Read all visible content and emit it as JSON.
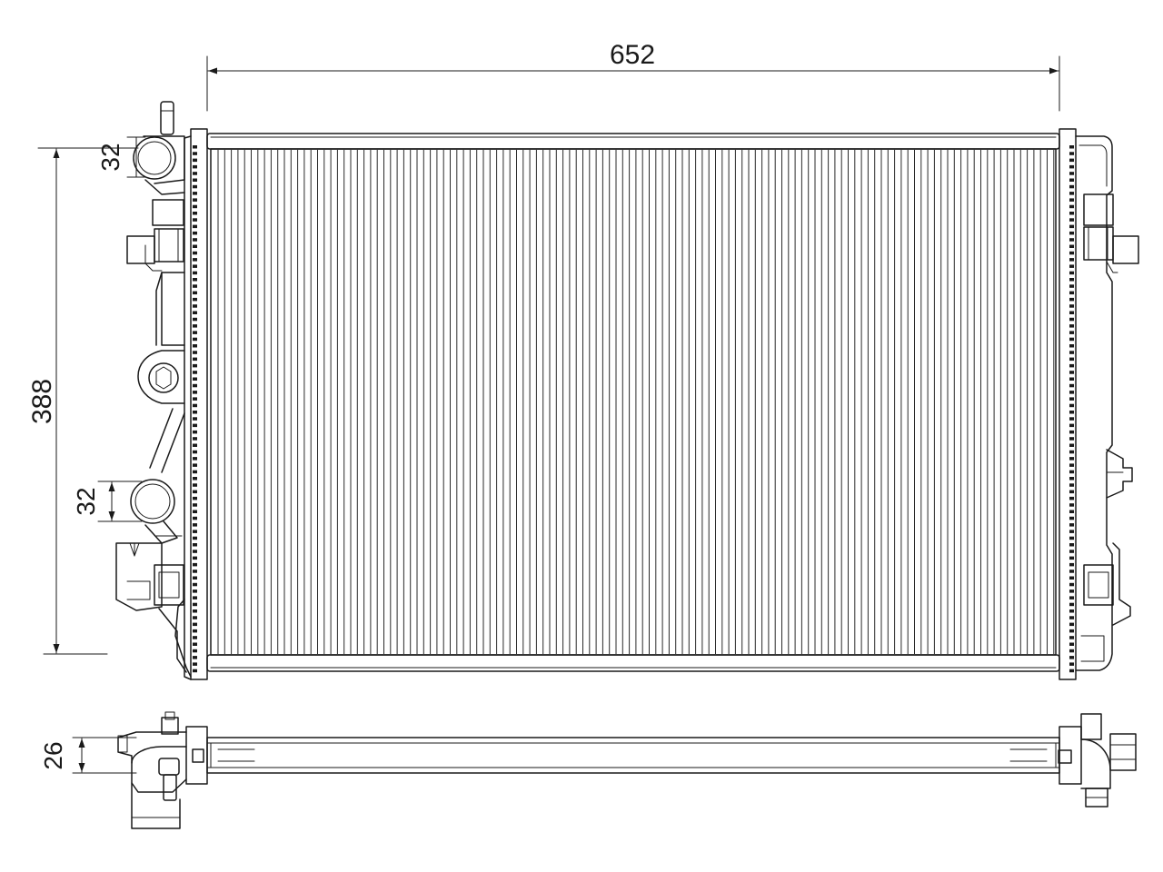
{
  "dimensions": {
    "width": "652",
    "height": "388",
    "inlet_diameter": "32",
    "outlet_diameter": "32",
    "core_depth": "26"
  },
  "colors": {
    "line": "#1a1a1a",
    "background": "#ffffff"
  }
}
